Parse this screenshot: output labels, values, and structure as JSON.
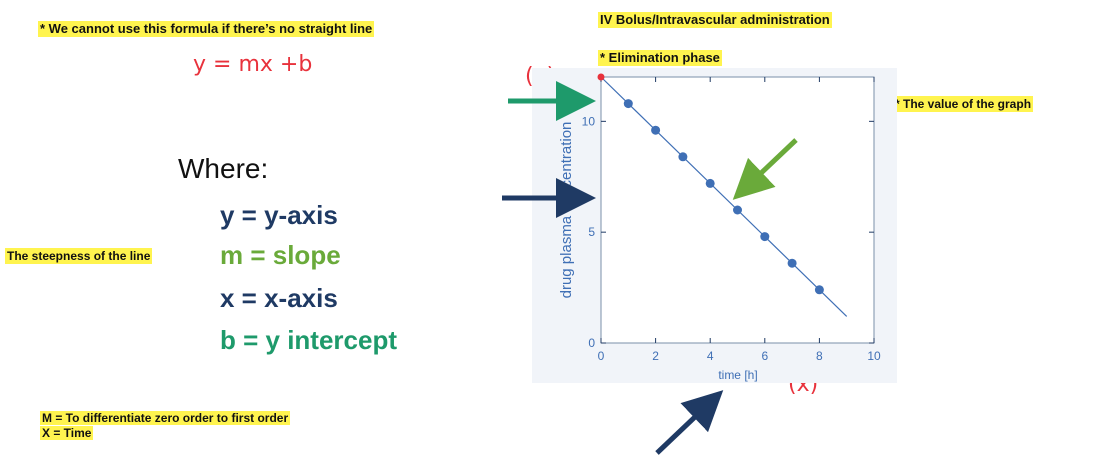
{
  "notes": {
    "top_left": "* We cannot use this formula if there’s no straight line",
    "formula": "y = mx +b",
    "where": "Where:",
    "y_def": "y = y-axis",
    "m_def": "m = slope",
    "x_def": "x = x-axis",
    "b_def": "b = y intercept",
    "steepness": "The steepness of the line",
    "m_note": "M = To differentiate zero order to first order",
    "x_note": "X = Time",
    "iv_title": "IV Bolus/Intravascular administration",
    "elimination": "* Elimination phase",
    "graph_value": "* The value of the graph",
    "y_hand": "(y)",
    "x_hand": "(x)"
  },
  "colors": {
    "highlight": "#fff44f",
    "navy": "#1f3a64",
    "green_def": "#1e9a6b",
    "slope_green": "#6aaa3a",
    "point": "#3f6fb5",
    "handwriting": "#e8323c"
  },
  "chart_data": {
    "type": "scatter",
    "xlabel": "time [h]",
    "ylabel": "drug plasma concentration",
    "xlim": [
      0,
      10
    ],
    "ylim": [
      0,
      12
    ],
    "xticks": [
      0,
      2,
      4,
      6,
      8,
      10
    ],
    "yticks": [
      0,
      5,
      10
    ],
    "points": {
      "x": [
        1,
        2,
        3,
        4,
        5,
        6,
        7,
        8
      ],
      "y": [
        10.8,
        9.6,
        8.4,
        7.2,
        6.0,
        4.8,
        3.6,
        2.4
      ]
    },
    "fit_line": {
      "x": [
        0,
        9
      ],
      "y": [
        12.0,
        1.2
      ]
    },
    "intercept_point": {
      "x": 0,
      "y": 12.0
    }
  }
}
